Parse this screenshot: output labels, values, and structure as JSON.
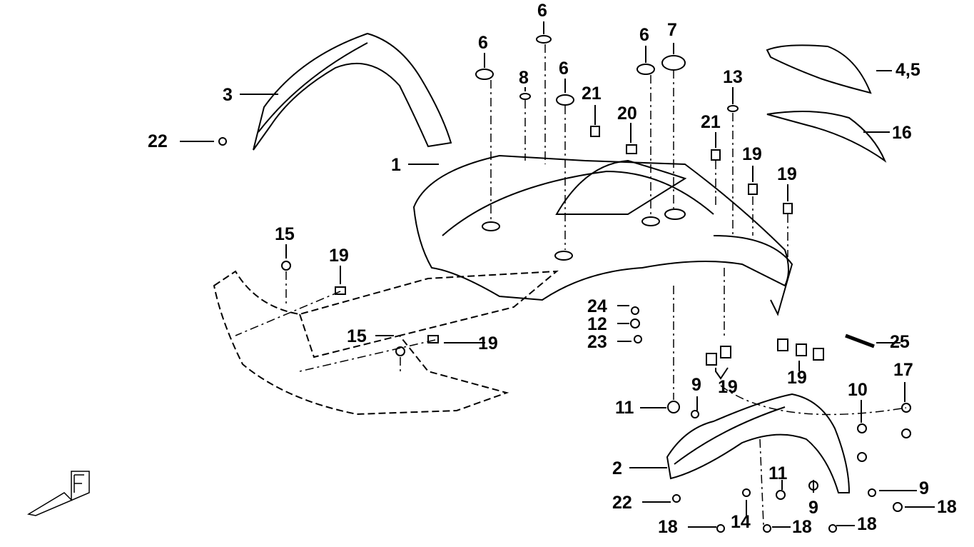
{
  "diagram": {
    "callouts": {
      "c6a": "6",
      "c6b": "6",
      "c6c": "6",
      "c6d": "6",
      "c7": "7",
      "c8": "8",
      "c21a": "21",
      "c20": "20",
      "c13": "13",
      "c21b": "21",
      "c19a": "19",
      "c19b": "19",
      "c45": "4,5",
      "c16": "16",
      "c3": "3",
      "c22a": "22",
      "c1": "1",
      "c15a": "15",
      "c19c": "19",
      "c15b": "15",
      "c19d": "19",
      "c24": "24",
      "c12": "12",
      "c23": "23",
      "c25": "25",
      "c19e": "19",
      "c19f": "19",
      "c17": "17",
      "c10": "10",
      "c9a": "9",
      "c11a": "11",
      "c2": "2",
      "c22b": "22",
      "c11b": "11",
      "c9b": "9",
      "c9c": "9",
      "c18a": "18",
      "c18b": "18",
      "c14": "14",
      "c18c": "18",
      "c18d": "18"
    },
    "direction_marker": "F"
  }
}
